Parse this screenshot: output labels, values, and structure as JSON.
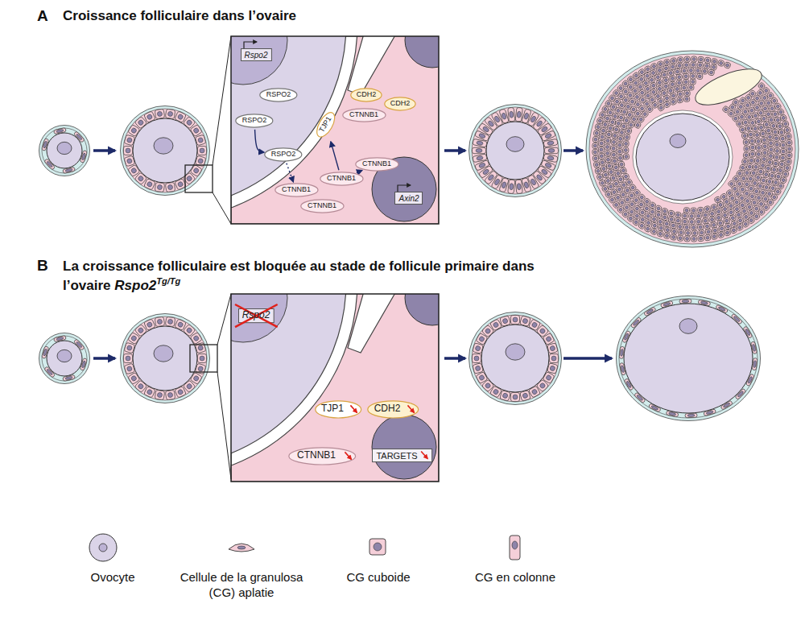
{
  "diagram": {
    "nodes": [
      {
        "text": [
          "Rspo2"
        ]
      },
      {
        "text": [
          "RSPO2"
        ]
      },
      {
        "text": [
          "RSPO2"
        ]
      },
      {
        "text": [
          "RSPO2"
        ]
      },
      {
        "text": [
          "TJP1"
        ]
      },
      {
        "text": [
          "CDH2"
        ]
      },
      {
        "text": [
          "CDH2"
        ]
      },
      {
        "text": [
          "CTNNB1"
        ]
      },
      {
        "text": [
          "CTNNB1"
        ]
      },
      {
        "text": [
          "CTNNB1"
        ]
      },
      {
        "text": [
          "CTNNB1"
        ]
      },
      {
        "text": [
          "CTNNB1"
        ]
      },
      {
        "text": [
          "Axin2"
        ]
      },
      {
        "text": [
          "Rspo2"
        ]
      },
      {
        "text": [
          "TJP1"
        ]
      },
      {
        "text": [
          "CDH2"
        ]
      },
      {
        "text": [
          "CTNNB1"
        ]
      },
      {
        "text": [
          "TARGETS"
        ]
      }
    ],
    "edges": [
      {
        "from": 2,
        "to": 3,
        "arrow": "to"
      },
      {
        "from": 3,
        "to": 8,
        "arrow": "to"
      },
      {
        "from": 9,
        "to": 4,
        "arrow": "to"
      },
      {
        "from": 9,
        "to": 11,
        "arrow": "to"
      }
    ],
    "labels": [
      "A",
      "Croissance folliculaire dans l’ovaire",
      "B",
      "La croissance folliculaire est bloquée au stade de follicule primaire dans l’ovaire",
      "Rspo2",
      "Tg/Tg"
    ],
    "legend": [
      {
        "text": "Ovocyte"
      },
      {
        "text": "Cellule de la granulosa (CG) aplatie"
      },
      {
        "text": "CG cuboide"
      },
      {
        "text": "CG en colonne"
      }
    ]
  }
}
